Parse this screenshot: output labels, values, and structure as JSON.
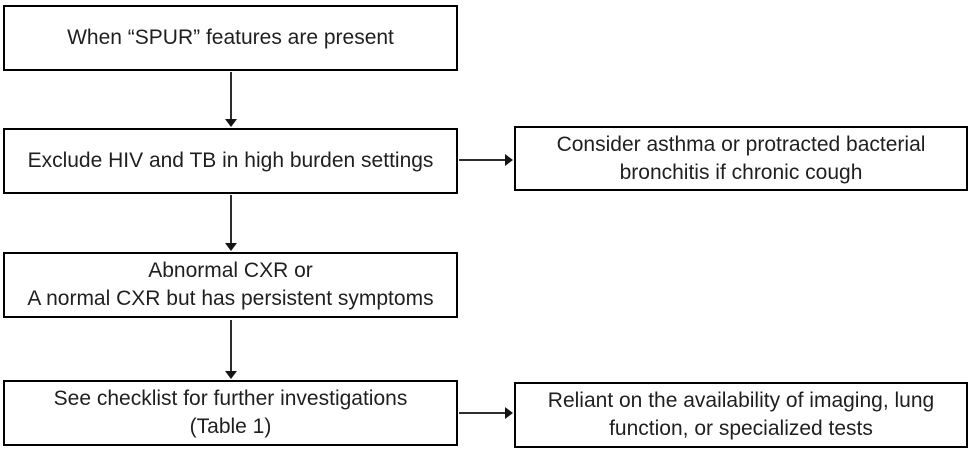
{
  "diagram": {
    "type": "flowchart",
    "background_color": "#ffffff",
    "box_border_color": "#000000",
    "text_color": "#1f1f1f",
    "nodes": {
      "spur": {
        "text": "When “SPUR” features are present"
      },
      "exclude": {
        "text": "Exclude HIV and TB in high burden settings"
      },
      "consider": {
        "text": "Consider asthma or protracted bacterial\nbronchitis if chronic cough"
      },
      "cxr": {
        "text": "Abnormal CXR or\nA normal CXR but has persistent symptoms"
      },
      "checklist": {
        "text": "See checklist for further investigations\n(Table 1)"
      },
      "reliant": {
        "text": "Reliant on the availability of imaging, lung\nfunction, or specialized tests"
      }
    },
    "edges": [
      {
        "from": "spur",
        "to": "exclude",
        "direction": "down"
      },
      {
        "from": "exclude",
        "to": "consider",
        "direction": "right"
      },
      {
        "from": "exclude",
        "to": "cxr",
        "direction": "down"
      },
      {
        "from": "cxr",
        "to": "checklist",
        "direction": "down"
      },
      {
        "from": "checklist",
        "to": "reliant",
        "direction": "right"
      }
    ]
  }
}
